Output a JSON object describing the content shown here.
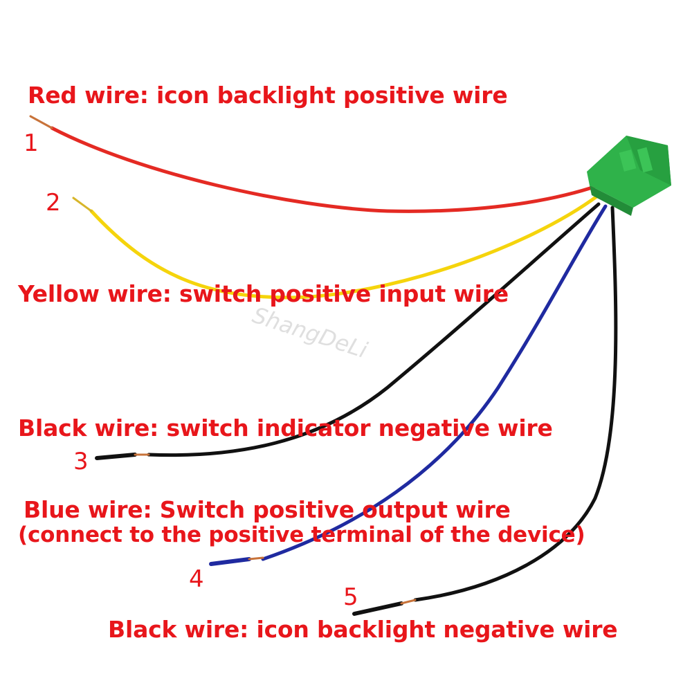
{
  "labels": {
    "red": "Red wire: icon backlight positive wire",
    "yellow": "Yellow wire: switch positive input wire",
    "black1": "Black wire: switch indicator negative wire",
    "blue_line1": "Blue wire: Switch positive output wire",
    "blue_line2": "(connect to the positive terminal of the device)",
    "black2": "Black wire: icon backlight negative wire"
  },
  "numbers": {
    "n1": "1",
    "n2": "2",
    "n3": "3",
    "n4": "4",
    "n5": "5"
  },
  "watermark": "ShangDeLi",
  "colors": {
    "label_text": "#e8161b",
    "red_wire": "#e42a23",
    "yellow_wire": "#f5d40c",
    "black_wire": "#111111",
    "blue_wire": "#1f2aa0",
    "connector": "#2fb24a",
    "copper": "#c8733a"
  }
}
